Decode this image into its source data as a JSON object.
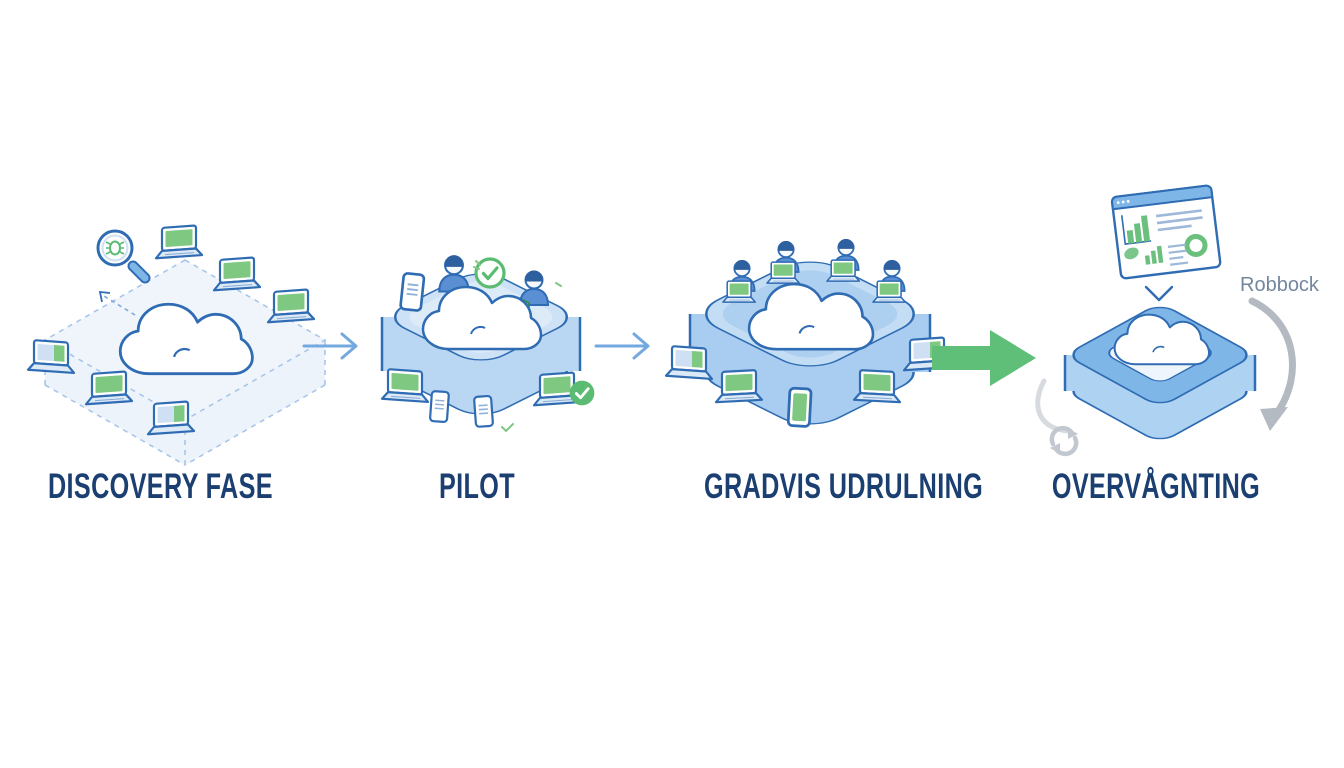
{
  "diagram": {
    "stages": [
      {
        "id": "discovery-fase",
        "label": "DISCOVERY FASE"
      },
      {
        "id": "pilot",
        "label": "PILOT"
      },
      {
        "id": "gradvis-udrulning",
        "label": "GRADVIS UDRULNING"
      },
      {
        "id": "overvaagning",
        "label": "OVERVÅGNTING",
        "annotation": "Robbock"
      }
    ],
    "connectors": [
      {
        "from": "discovery-fase",
        "to": "pilot",
        "style": "thin-blue-arrow"
      },
      {
        "from": "pilot",
        "to": "gradvis-udrulning",
        "style": "thin-blue-arrow"
      },
      {
        "from": "gradvis-udrulning",
        "to": "overvaagning",
        "style": "solid-green-arrow"
      }
    ],
    "colors": {
      "label_text": "#1c3f72",
      "outline_blue": "#2f6cb3",
      "fill_blue_light": "#cde2f6",
      "fill_blue": "#aed2f2",
      "screen_green": "#7ec882",
      "arrow_green": "#5fbe77",
      "arrow_blue": "#74a9e0",
      "annotation_gray": "#74879f",
      "rollback_gray": "#b3bac2",
      "background": "#ffffff"
    }
  }
}
